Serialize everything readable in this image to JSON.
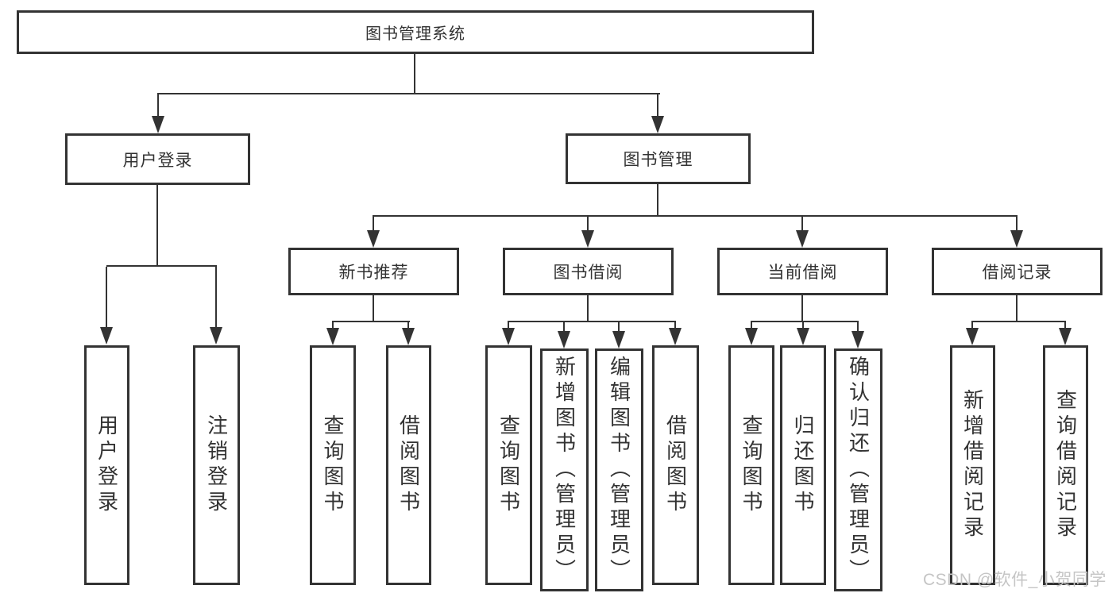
{
  "colors": {
    "line": "#333333",
    "text": "#333333",
    "watermark": "#c5c5c5",
    "background": "#ffffff"
  },
  "watermark": {
    "text": "CSDN @软件_小贺同学"
  },
  "tree": {
    "root": {
      "label": "图书管理系统",
      "children": [
        {
          "label": "用户登录",
          "children": [
            {
              "label": "用户登录"
            },
            {
              "label": "注销登录"
            }
          ]
        },
        {
          "label": "图书管理",
          "children": [
            {
              "label": "新书推荐",
              "children": [
                {
                  "label": "查询图书"
                },
                {
                  "label": "借阅图书"
                }
              ]
            },
            {
              "label": "图书借阅",
              "children": [
                {
                  "label": "查询图书"
                },
                {
                  "label": "新增图书（管理员）"
                },
                {
                  "label": "编辑图书（管理员）"
                },
                {
                  "label": "借阅图书"
                }
              ]
            },
            {
              "label": "当前借阅",
              "children": [
                {
                  "label": "查询图书"
                },
                {
                  "label": "归还图书"
                },
                {
                  "label": "确认归还（管理员）"
                }
              ]
            },
            {
              "label": "借阅记录",
              "children": [
                {
                  "label": "新增借阅记录"
                },
                {
                  "label": "查询借阅记录"
                }
              ]
            }
          ]
        }
      ]
    }
  }
}
